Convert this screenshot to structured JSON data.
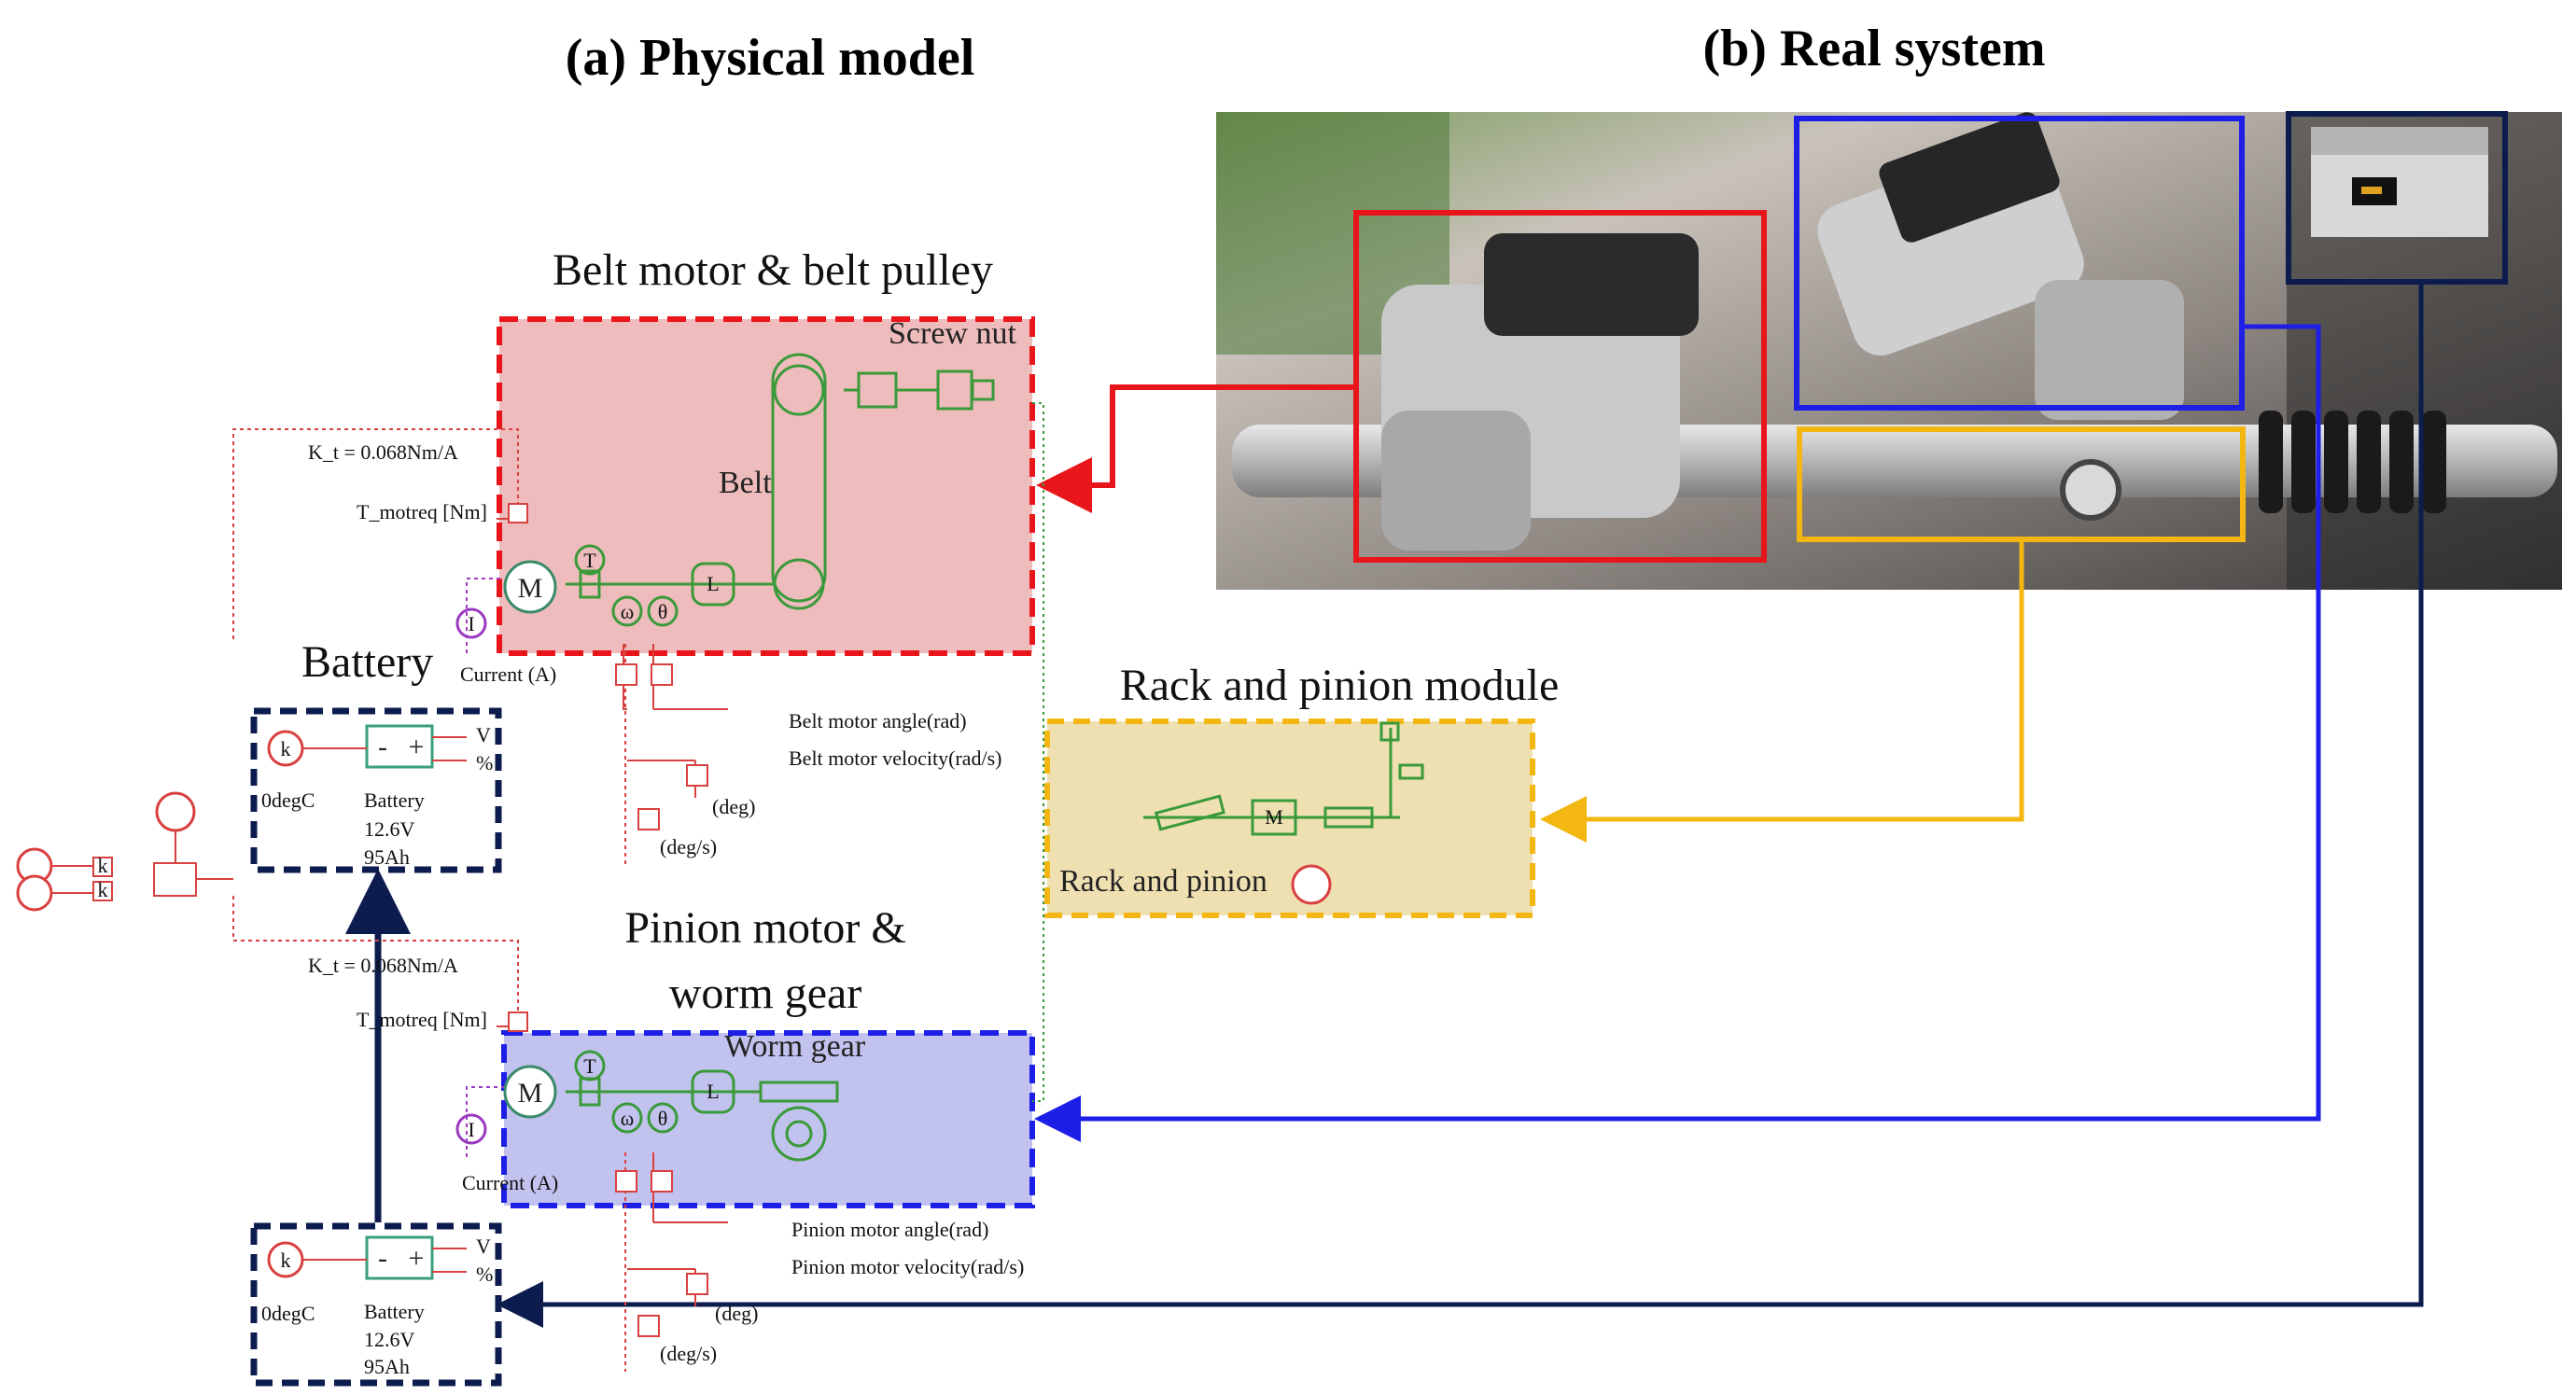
{
  "titles": {
    "physical_model": "(a) Physical model",
    "real_system": "(b) Real system"
  },
  "modules": {
    "belt": "Belt motor & belt pulley",
    "rack": "Rack and pinion module",
    "pinion_line1": "Pinion motor &",
    "pinion_line2": "worm gear",
    "battery": "Battery"
  },
  "component_labels": {
    "screw_nut": "Screw nut",
    "belt": "Belt",
    "worm_gear": "Worm gear",
    "rack_and_pinion": "Rack and pinion"
  },
  "top_block": {
    "kt": "K_t = 0.068Nm/A",
    "tmotreq": "T_motreq [Nm]",
    "current": "Current (A)",
    "angle": "Belt motor angle(rad)",
    "velocity": "Belt motor velocity(rad/s)",
    "deg": "(deg)",
    "degs": "(deg/s)"
  },
  "bottom_block": {
    "kt": "K_t = 0.068Nm/A",
    "tmotreq": "T_motreq [Nm]",
    "current": "Current (A)",
    "angle": "Pinion motor angle(rad)",
    "velocity": "Pinion motor velocity(rad/s)",
    "deg": "(deg)",
    "degs": "(deg/s)"
  },
  "battery_block": {
    "temp": "0degC",
    "name": "Battery",
    "voltage": "12.6V",
    "capacity": "95Ah",
    "v": "V",
    "pct": "%"
  },
  "icons": {
    "motor": "M",
    "torque": "T",
    "omega": "ω",
    "theta": "θ",
    "inertia": "L",
    "current_source": "I",
    "gain": "k",
    "minus": "-",
    "plus": "+"
  },
  "colors": {
    "belt_box_fill": "#eebcbc",
    "belt_box_border": "#e8151b",
    "rack_box_fill": "#efe0b2",
    "rack_box_border": "#f4b711",
    "pinion_box_fill": "#c2c2ee",
    "pinion_box_border": "#1d1ee6",
    "battery_box_border": "#0c1c4e",
    "red_arrow": "#e8151b",
    "yellow_arrow": "#f4b711",
    "blue_arrow": "#1d1ee6",
    "navy_arrow": "#0c1c4e"
  }
}
